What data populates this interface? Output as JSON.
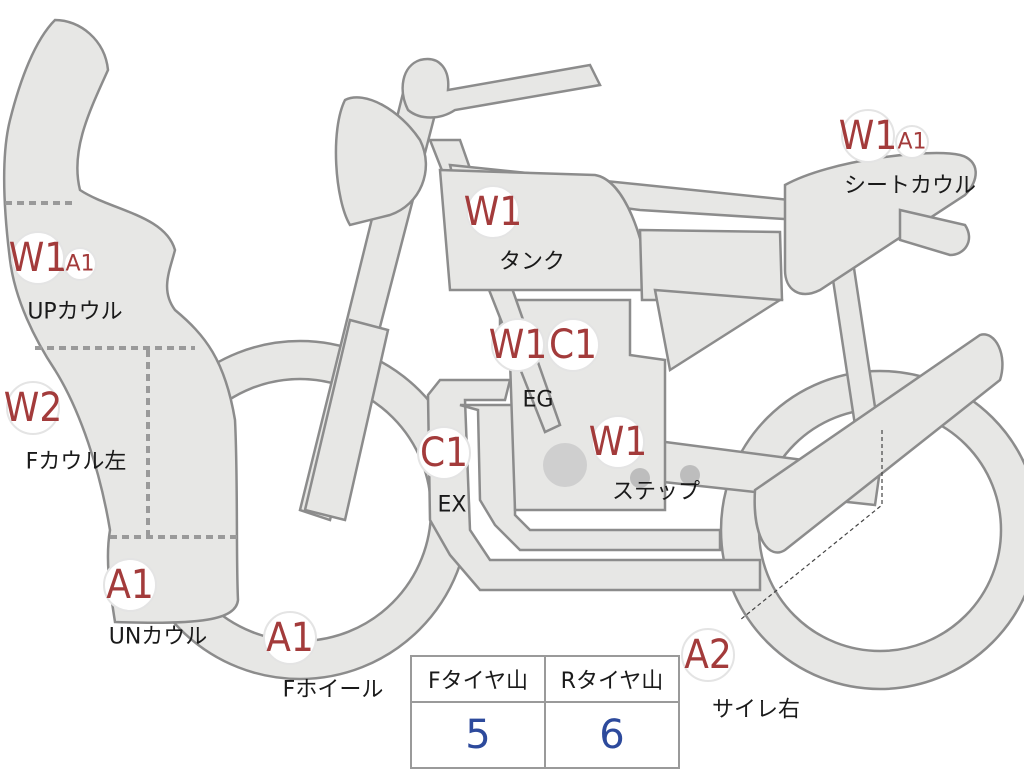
{
  "parts": [
    {
      "id": "up-cowl",
      "name": "UPカウル",
      "codes": [
        "W1",
        "A1"
      ]
    },
    {
      "id": "f-cowl-left",
      "name": "Fカウル左",
      "codes": [
        "W2"
      ]
    },
    {
      "id": "un-cowl",
      "name": "UNカウル",
      "codes": [
        "A1"
      ]
    },
    {
      "id": "f-wheel",
      "name": "Fホイール",
      "codes": [
        "A1"
      ]
    },
    {
      "id": "tank",
      "name": "タンク",
      "codes": [
        "W1"
      ]
    },
    {
      "id": "engine",
      "name": "EG",
      "codes": [
        "W1",
        "C1"
      ]
    },
    {
      "id": "exhaust",
      "name": "EX",
      "codes": [
        "C1"
      ]
    },
    {
      "id": "step",
      "name": "ステップ",
      "codes": [
        "W1"
      ]
    },
    {
      "id": "seat-cowl",
      "name": "シートカウル",
      "codes": [
        "W1",
        "A1"
      ]
    },
    {
      "id": "silencer-right",
      "name": "サイレ右",
      "codes": [
        "A2"
      ]
    }
  ],
  "tire_tread": {
    "headers": [
      "Fタイヤ山",
      "Rタイヤ山"
    ],
    "values": [
      "5",
      "6"
    ]
  }
}
